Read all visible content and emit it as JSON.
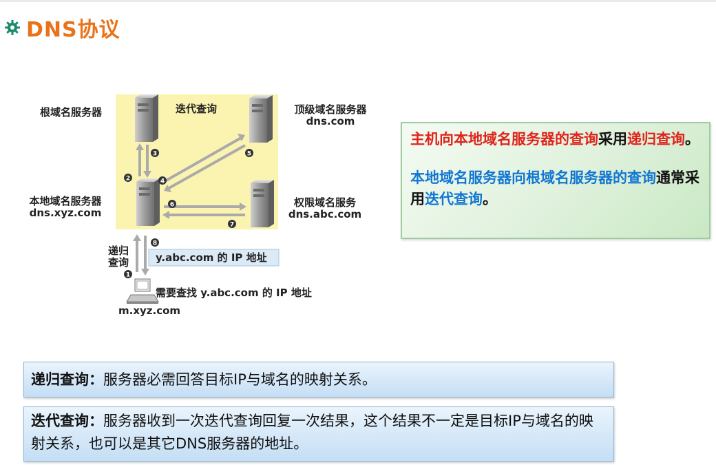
{
  "header": {
    "title": "DNS协议",
    "icon": "gear-icon"
  },
  "diagram": {
    "center_label": "迭代查询",
    "root_server": {
      "name": "根域名服务器"
    },
    "tld_server": {
      "name": "顶级域名服务器",
      "host": "dns.com"
    },
    "local_server": {
      "name": "本地域名服务器",
      "host": "dns.xyz.com"
    },
    "auth_server": {
      "name": "权限域名服务",
      "host": "dns.abc.com"
    },
    "recursive_label_line1": "递归",
    "recursive_label_line2": "查询",
    "answer_box": "y.abc.com 的 IP 地址",
    "client_request": "需要查找 y.abc.com 的 IP 地址",
    "client_host": "m.xyz.com",
    "steps": [
      "1",
      "2",
      "3",
      "4",
      "5",
      "6",
      "7",
      "8"
    ],
    "colors": {
      "iteration_area": "#fbf4b0",
      "arrow": "#aaaaaa",
      "badge": "#333333"
    }
  },
  "callout": {
    "p1": [
      {
        "text": "主机向本地域名服务器的查询",
        "color": "red"
      },
      {
        "text": "采用",
        "color": "black"
      },
      {
        "text": "递归查询",
        "color": "red"
      },
      {
        "text": "。",
        "color": "black"
      }
    ],
    "p2": [
      {
        "text": "本地域名服务器向根域名服务器的查询",
        "color": "blue"
      },
      {
        "text": "通常采用",
        "color": "black"
      },
      {
        "text": "迭代查询",
        "color": "blue"
      },
      {
        "text": "。",
        "color": "black"
      }
    ]
  },
  "definitions": {
    "recursive": {
      "term": "递归查询",
      "colon": "：",
      "text": "服务器必需回答目标IP与域名的映射关系。"
    },
    "iterative": {
      "term": "迭代查询",
      "colon": "：",
      "text": "服务器收到一次迭代查询回复一次结果，这个结果不一定是目标IP与域名的映射关系，也可以是其它DNS服务器的地址。"
    }
  },
  "colors": {
    "title": "#e8731a",
    "red": "#e0241b",
    "blue": "#1277d3",
    "green_box": "#dff1dc",
    "blue_box": "#c4def5"
  }
}
